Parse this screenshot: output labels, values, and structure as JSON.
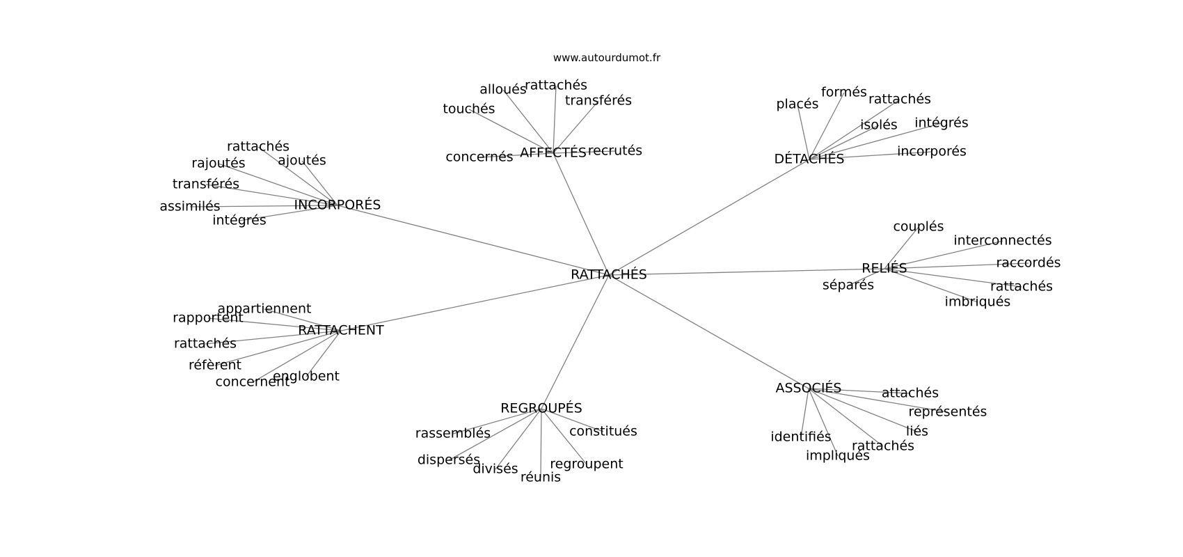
{
  "source_label": "www.autourdumot.fr",
  "center": {
    "label": "RATTACHÉS"
  },
  "groups": [
    {
      "label": "AFFECTÉS",
      "words": [
        "alloués",
        "rattachés",
        "transférés",
        "touchés",
        "concernés",
        "recrutés"
      ]
    },
    {
      "label": "DÉTACHÉS",
      "words": [
        "placés",
        "formés",
        "rattachés",
        "isolés",
        "intégrés",
        "incorporés"
      ]
    },
    {
      "label": "INCORPORÉS",
      "words": [
        "rattachés",
        "rajoutés",
        "ajoutés",
        "transférés",
        "assimilés",
        "intégrés"
      ]
    },
    {
      "label": "RELIÉS",
      "words": [
        "couplés",
        "interconnectés",
        "raccordés",
        "séparés",
        "rattachés",
        "imbriqués"
      ]
    },
    {
      "label": "RATTACHENT",
      "words": [
        "appartiennent",
        "rapportent",
        "rattachés",
        "réfèrent",
        "concernent",
        "englobent"
      ]
    },
    {
      "label": "REGROUPÉS",
      "words": [
        "rassemblés",
        "constitués",
        "dispersés",
        "divisés",
        "réunis",
        "regroupent"
      ]
    },
    {
      "label": "ASSOCIÉS",
      "words": [
        "attachés",
        "représentés",
        "liés",
        "identifiés",
        "rattachés",
        "impliqués"
      ]
    }
  ]
}
